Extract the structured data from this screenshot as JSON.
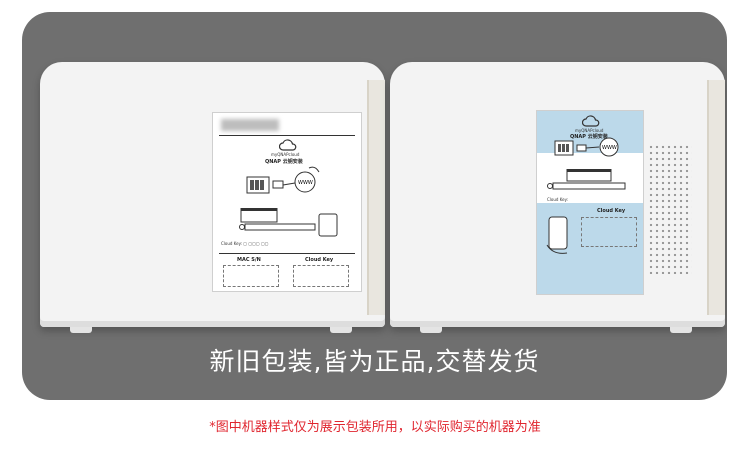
{
  "caption": "新旧包装,皆为正品,交替发货",
  "note": "*图中机器样式仅为展示包装所用，以实际购买的机器为准",
  "old_sticker": {
    "brand": "QNAP 云钥安装",
    "cloud_name": "myQNAPcloud",
    "field1": "MAC S/N",
    "field2": "Cloud Key"
  },
  "new_sticker": {
    "brand": "QNAP 云钥安装",
    "cloud_name": "myQNAPcloud",
    "field_label": "Cloud Key:",
    "field2": "Cloud Key"
  },
  "colors": {
    "stage": "#6f6f6f",
    "note": "#e0262f",
    "sticker_blue": "#bcd9ea"
  }
}
